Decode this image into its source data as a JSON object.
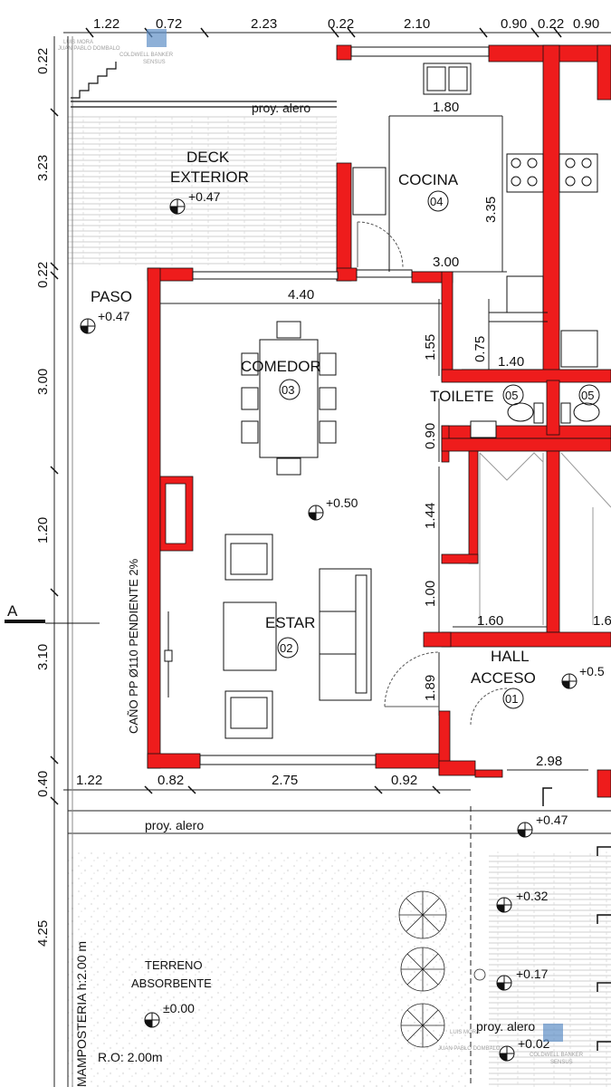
{
  "dimensions": {
    "top": [
      "1.22",
      "0.72",
      "2.23",
      "0.22",
      "2.10",
      "0.90",
      "0.22",
      "0.90"
    ],
    "left": [
      "0.22",
      "3.23",
      "0.22",
      "3.00",
      "1.20",
      "3.10",
      "0.40",
      "4.25"
    ],
    "bottom": [
      "1.22",
      "0.82",
      "2.75",
      "0.92"
    ],
    "interior": {
      "kitchen_counter": "1.80",
      "kitchen_depth": "3.35",
      "kitchen_width": "3.00",
      "dining_width": "4.40",
      "v_155": "1.55",
      "v_075": "0.75",
      "h_140": "1.40",
      "v_090": "0.90",
      "v_144": "1.44",
      "v_100": "1.00",
      "h_160": "1.60",
      "h_16_cut": "1.6",
      "v_189": "1.89",
      "h_298": "2.98"
    }
  },
  "rooms": {
    "deck": {
      "line1": "DECK",
      "line2": "EXTERIOR",
      "level": "+0.47"
    },
    "kitchen": {
      "name": "COCINA",
      "number": "04"
    },
    "dining": {
      "name": "COMEDOR",
      "number": "03"
    },
    "living": {
      "name": "ESTAR",
      "number": "02",
      "level": "+0.50"
    },
    "toilet": {
      "name": "TOILETE",
      "number": "05",
      "number2": "05"
    },
    "hall": {
      "line1": "HALL",
      "line2": "ACCESO",
      "number": "01",
      "level": "+0.5"
    },
    "paso": {
      "name": "PASO",
      "level": "+0.47"
    },
    "terrain": {
      "line1": "TERRENO",
      "line2": "ABSORBENTE",
      "level": "±0.00"
    }
  },
  "annotations": {
    "eave_top": "proy. alero",
    "eave_mid": "proy. alero",
    "eave_bottom": "proy. alero",
    "drain": "CAÑO PP  Ø110   PENDIENTE 2%",
    "wall": "MAMPOSTERIA h:2.00 m",
    "ro": "R.O: 2.00m",
    "section": "A",
    "level_047": "+0.47",
    "level_032": "+0.32",
    "level_017": "+0.17",
    "level_002": "+0.02",
    "level_cut": "+0.5"
  },
  "watermark": {
    "brand": "COLDWELL BANKER",
    "office": "SENSUS",
    "agent1": "LUIS MORA",
    "agent2": "JUAN PABLO DOMBALO"
  },
  "colors": {
    "wall": "#ee1c1c",
    "line": "#111111",
    "hatch": "#c9c9c9",
    "watermark": "#5f8fc7"
  }
}
